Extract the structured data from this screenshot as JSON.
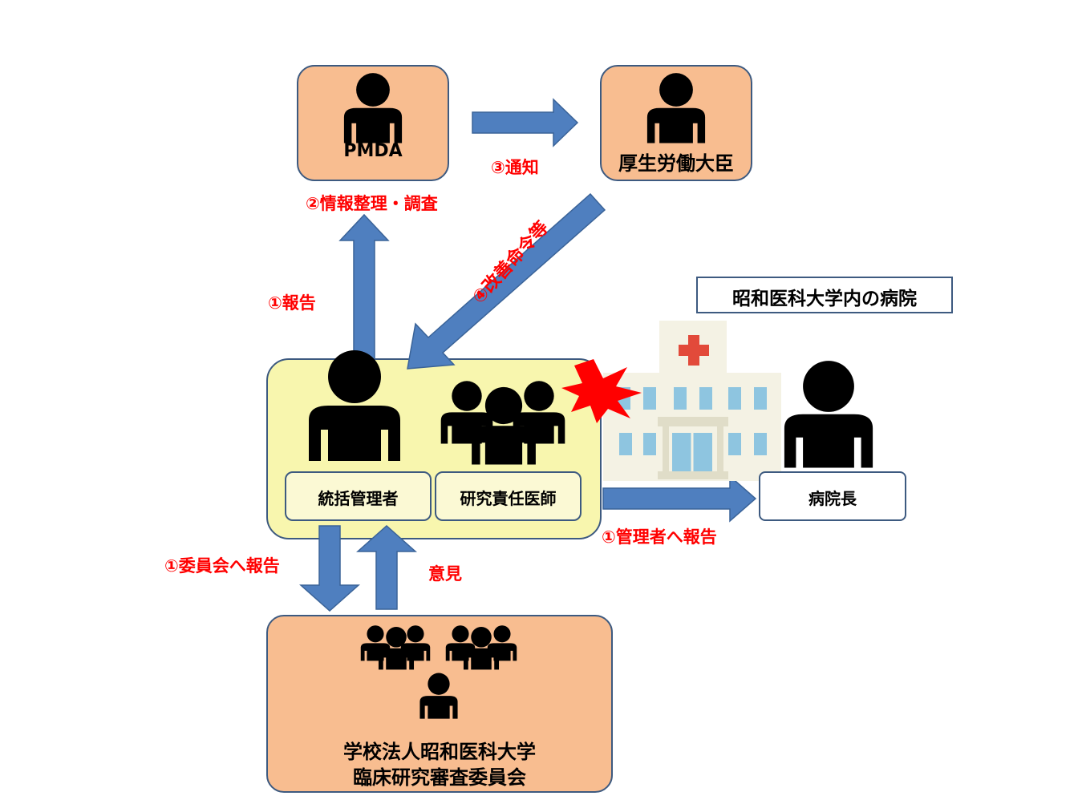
{
  "nodes": {
    "pmda": "PMDA",
    "minister": "厚生労働大臣",
    "supervisor": "統括管理者",
    "investigator": "研究責任医師",
    "director": "病院長",
    "hospital_title": "昭和医科大学内の病院",
    "committee_line1": "学校法人昭和医科大学",
    "committee_line2": "臨床研究審査委員会"
  },
  "edges": {
    "notify": "③通知",
    "organize": "②情報整理・調査",
    "report": "①報告",
    "order": "④改善命令等",
    "report_director": "①管理者へ報告",
    "report_committee": "①委員会へ報告",
    "opinion": "意見"
  },
  "colors": {
    "arrow": "#4f7fbf",
    "arrow_stroke": "#3a6398",
    "orange_box": "#f8bd90",
    "yellow_box": "#f8f6ae",
    "border": "#3d5a80",
    "red_text": "#ff0000"
  }
}
